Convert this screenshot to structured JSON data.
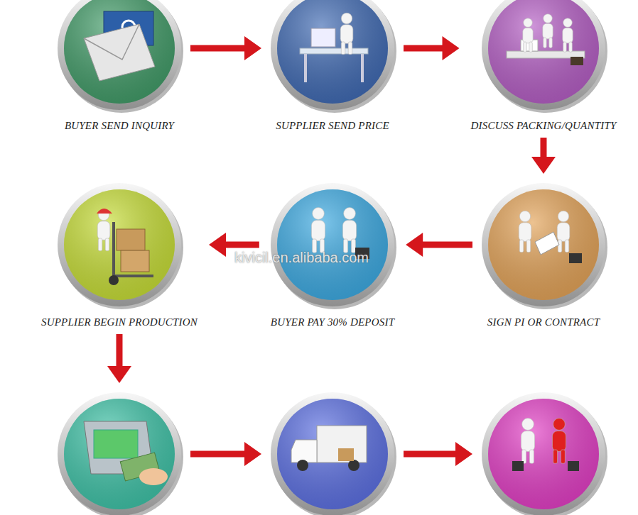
{
  "diagram": {
    "nodes": [
      {
        "text": [
          "BUYER SEND INQUIRY"
        ]
      },
      {
        "text": [
          "SUPPLIER SEND PRICE"
        ]
      },
      {
        "text": [
          "DISCUSS PACKING/QUANTITY"
        ]
      },
      {
        "text": [
          "SUPPLIER BEGIN PRODUCTION"
        ]
      },
      {
        "text": [
          "BUYER PAY 30% DEPOSIT"
        ]
      },
      {
        "text": [
          "SIGN PI OR CONTRACT"
        ]
      },
      {
        "text": []
      },
      {
        "text": []
      },
      {
        "text": []
      }
    ],
    "edges": [
      {
        "from": 0,
        "to": 1,
        "arrow": "to"
      },
      {
        "from": 1,
        "to": 2,
        "arrow": "to"
      },
      {
        "from": 2,
        "to": 5,
        "arrow": "to"
      },
      {
        "from": 5,
        "to": 4,
        "arrow": "to"
      },
      {
        "from": 4,
        "to": 3,
        "arrow": "to"
      },
      {
        "from": 3,
        "to": 6,
        "arrow": "to"
      },
      {
        "from": 6,
        "to": 7,
        "arrow": "to"
      },
      {
        "from": 7,
        "to": 8,
        "arrow": "to"
      }
    ],
    "labels": [
      "kivicil.en.alibaba.com"
    ]
  }
}
